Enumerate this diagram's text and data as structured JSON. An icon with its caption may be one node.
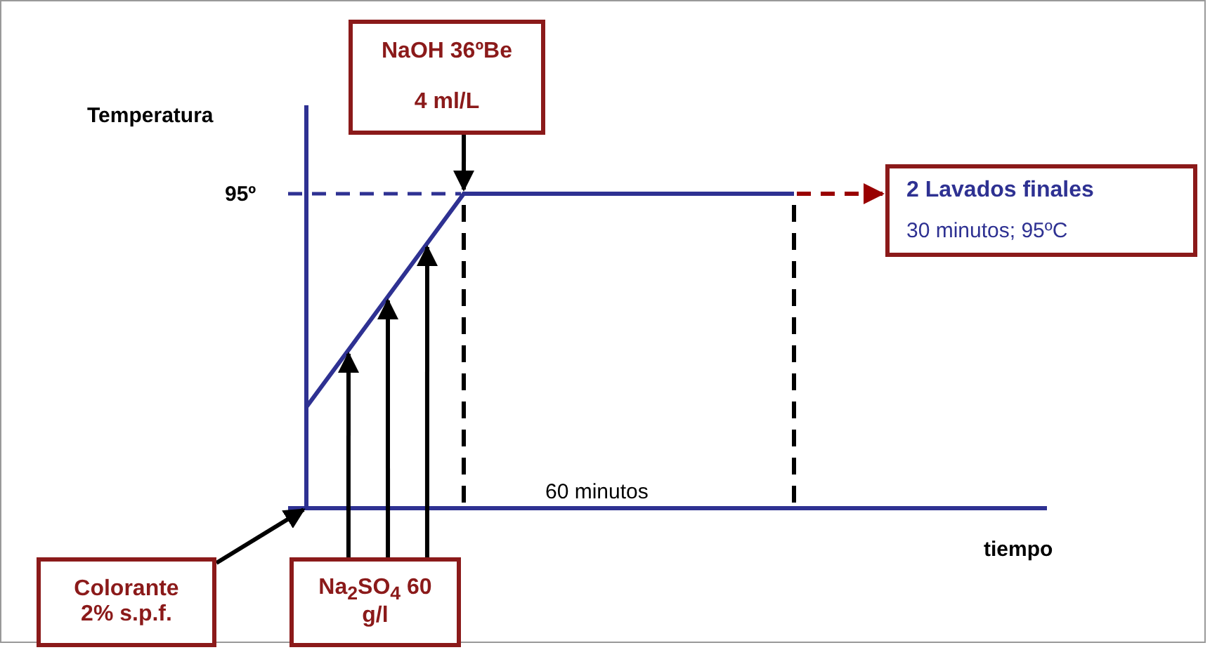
{
  "diagram": {
    "nodes": [
      {
        "text": [
          "NaOH 36ºBe",
          "4 ml/L"
        ]
      },
      {
        "text": [
          "2 Lavados finales",
          "30 minutos; 95ºC"
        ]
      },
      {
        "text": [
          "Colorante 2% s.p.f."
        ]
      },
      {
        "text": [
          "Na$_{2}$SO$_{4}$ 60 g/l"
        ]
      },
      {
        "text": [],
        "shape": "line"
      }
    ],
    "edges": [
      {
        "from": 0,
        "to": 4,
        "arrow": "to"
      },
      {
        "from": 4,
        "to": 1,
        "arrow": "to",
        "style": "dashed",
        "color": "#990000"
      },
      {
        "from": 2,
        "to": null,
        "arrow": "to"
      },
      {
        "from": 3,
        "to": 4,
        "arrow": "to"
      },
      {
        "from": 3,
        "to": 4,
        "arrow": "to"
      },
      {
        "from": 3,
        "to": 4,
        "arrow": "to"
      }
    ],
    "labels": [
      "Temperatura",
      "95º",
      "60 minutos",
      "tiempo"
    ]
  }
}
